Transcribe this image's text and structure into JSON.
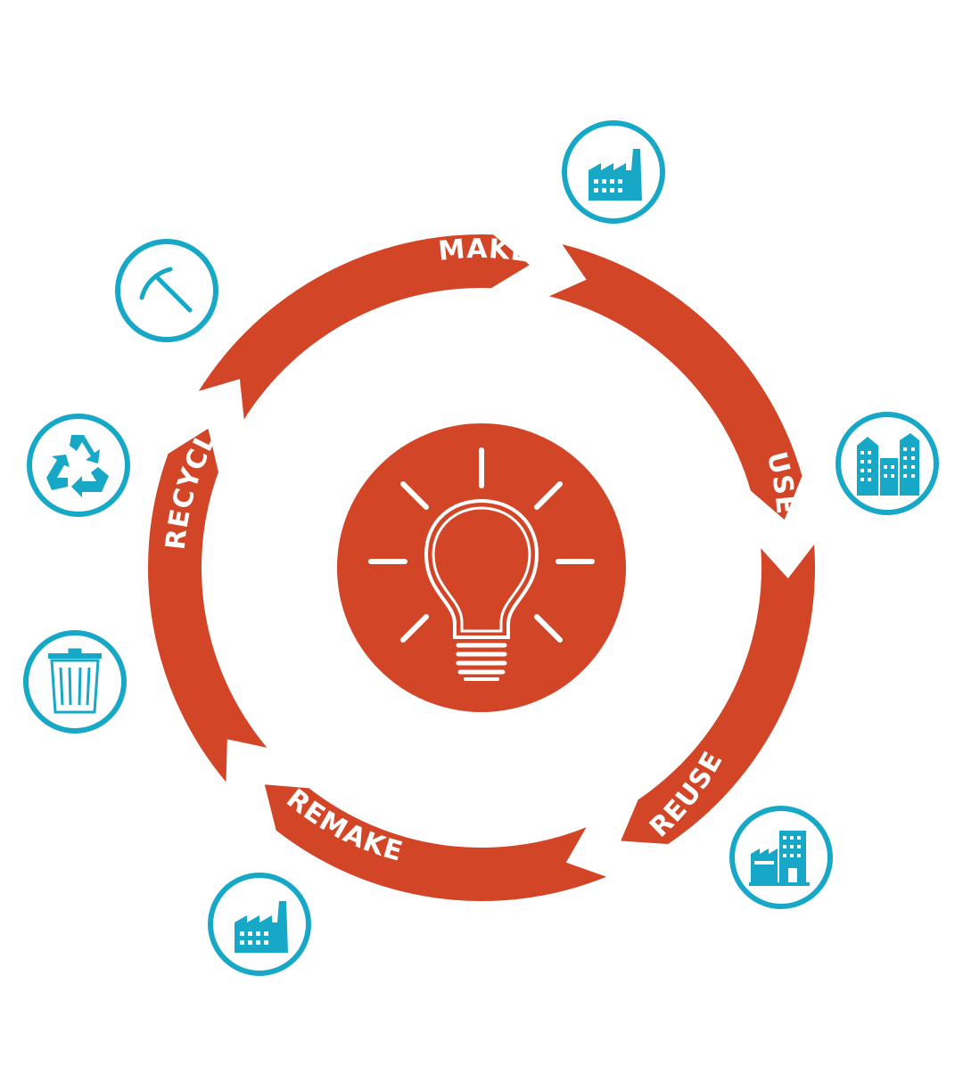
{
  "colors": {
    "accent": "#D24527",
    "icon": "#16A8C6",
    "background": "#FFFFFF",
    "label": "#FFFFFF"
  },
  "cycle": {
    "segments": [
      {
        "label": "MAKE"
      },
      {
        "label": "USE"
      },
      {
        "label": "REUSE"
      },
      {
        "label": "REMAKE"
      },
      {
        "label": "RECYCLE"
      }
    ]
  },
  "center": {
    "icon": "lightbulb-icon"
  },
  "badges": [
    {
      "icon": "factory-icon"
    },
    {
      "icon": "city-buildings-icon"
    },
    {
      "icon": "factory-office-icon"
    },
    {
      "icon": "factory-icon"
    },
    {
      "icon": "trash-bin-icon"
    },
    {
      "icon": "recycle-icon"
    },
    {
      "icon": "pickaxe-icon"
    }
  ]
}
